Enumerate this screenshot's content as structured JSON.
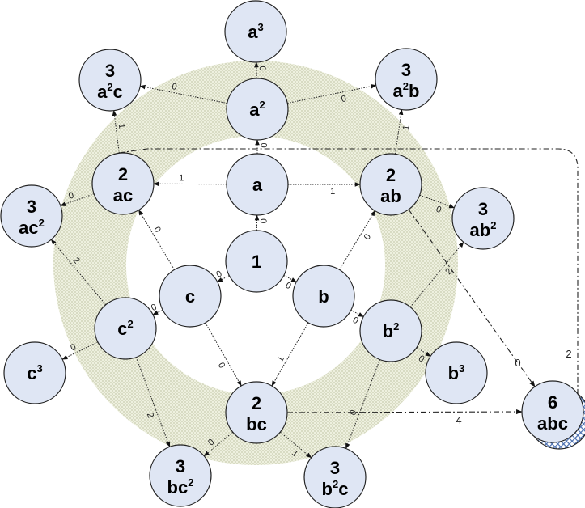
{
  "diagram": {
    "nodes": {
      "a3": {
        "number": "",
        "base": "a",
        "sup": "3",
        "suffix": ""
      },
      "a2": {
        "number": "",
        "base": "a",
        "sup": "2",
        "suffix": ""
      },
      "a2c": {
        "number": "3",
        "base": "a",
        "sup": "2",
        "suffix": "c"
      },
      "a2b": {
        "number": "3",
        "base": "a",
        "sup": "2",
        "suffix": "b"
      },
      "ac": {
        "number": "2",
        "base": "ac",
        "sup": "",
        "suffix": ""
      },
      "a": {
        "number": "",
        "base": "a",
        "sup": "",
        "suffix": ""
      },
      "ab": {
        "number": "2",
        "base": "ab",
        "sup": "",
        "suffix": ""
      },
      "ac2": {
        "number": "3",
        "base": "ac",
        "sup": "2",
        "suffix": ""
      },
      "ab2": {
        "number": "3",
        "base": "ab",
        "sup": "2",
        "suffix": ""
      },
      "one": {
        "number": "",
        "base": "1",
        "sup": "",
        "suffix": ""
      },
      "c": {
        "number": "",
        "base": "c",
        "sup": "",
        "suffix": ""
      },
      "b": {
        "number": "",
        "base": "b",
        "sup": "",
        "suffix": ""
      },
      "c2": {
        "number": "",
        "base": "c",
        "sup": "2",
        "suffix": ""
      },
      "b2": {
        "number": "",
        "base": "b",
        "sup": "2",
        "suffix": ""
      },
      "c3": {
        "number": "",
        "base": "c",
        "sup": "3",
        "suffix": ""
      },
      "b3": {
        "number": "",
        "base": "b",
        "sup": "3",
        "suffix": ""
      },
      "bc": {
        "number": "2",
        "base": "bc",
        "sup": "",
        "suffix": ""
      },
      "abc": {
        "number": "6",
        "base": "abc",
        "sup": "",
        "suffix": ""
      },
      "bc2": {
        "number": "3",
        "base": "bc",
        "sup": "2",
        "suffix": ""
      },
      "b2c": {
        "number": "3",
        "base": "b",
        "sup": "2",
        "suffix": "c"
      }
    },
    "edges": [
      {
        "from": "a2",
        "to": "a3",
        "label": "0"
      },
      {
        "from": "a2",
        "to": "a2c",
        "label": "0"
      },
      {
        "from": "a2",
        "to": "a2b",
        "label": "0"
      },
      {
        "from": "a",
        "to": "a2",
        "label": "0"
      },
      {
        "from": "ac",
        "to": "a2c",
        "label": "1"
      },
      {
        "from": "ab",
        "to": "a2b",
        "label": "1"
      },
      {
        "from": "a",
        "to": "ac",
        "label": "1"
      },
      {
        "from": "a",
        "to": "ab",
        "label": "1"
      },
      {
        "from": "one",
        "to": "a",
        "label": "0"
      },
      {
        "from": "ac",
        "to": "ac2",
        "label": "0"
      },
      {
        "from": "ab",
        "to": "ab2",
        "label": "0"
      },
      {
        "from": "one",
        "to": "c",
        "label": "0"
      },
      {
        "from": "one",
        "to": "b",
        "label": "0"
      },
      {
        "from": "c",
        "to": "ac",
        "label": "0"
      },
      {
        "from": "b",
        "to": "ab",
        "label": "0"
      },
      {
        "from": "c",
        "to": "c2",
        "label": "0"
      },
      {
        "from": "b",
        "to": "b2",
        "label": "0"
      },
      {
        "from": "c2",
        "to": "ac2",
        "label": "2"
      },
      {
        "from": "b2",
        "to": "ab2",
        "label": "2"
      },
      {
        "from": "c2",
        "to": "c3",
        "label": "0"
      },
      {
        "from": "b2",
        "to": "b3",
        "label": "0"
      },
      {
        "from": "c",
        "to": "bc",
        "label": "0"
      },
      {
        "from": "b",
        "to": "bc",
        "label": "1"
      },
      {
        "from": "c2",
        "to": "bc2",
        "label": "2"
      },
      {
        "from": "b2",
        "to": "b2c",
        "label": "0"
      },
      {
        "from": "bc",
        "to": "bc2",
        "label": "0"
      },
      {
        "from": "bc",
        "to": "b2c",
        "label": "1"
      }
    ],
    "special_edges": [
      {
        "from": "ab",
        "to": "abc",
        "label": "0"
      },
      {
        "from": "bc",
        "to": "abc",
        "label": "4"
      },
      {
        "from": "ac",
        "to": "abc",
        "label": "2"
      }
    ],
    "colors": {
      "node_fill": "#dfe6f4",
      "node_stroke": "#222222",
      "band_fill": "#e3e6cf",
      "abc_hatch": "#4a6fb0"
    }
  }
}
